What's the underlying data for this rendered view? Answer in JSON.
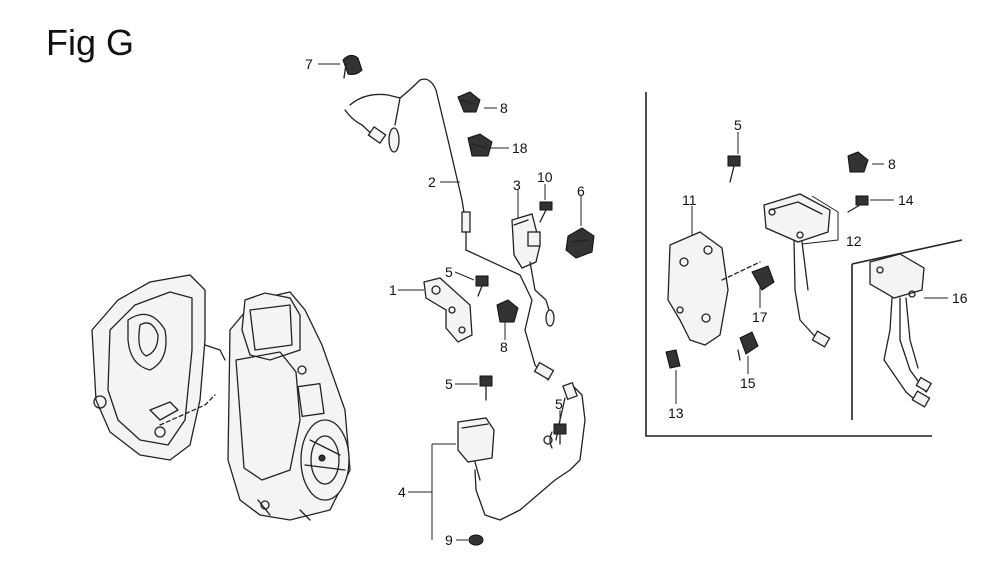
{
  "figure": {
    "title": "Fig G"
  },
  "callouts": {
    "c1": "1",
    "c2": "2",
    "c3": "3",
    "c4": "4",
    "c5a": "5",
    "c5b": "5",
    "c5c": "5",
    "c5d": "5",
    "c6": "6",
    "c7": "7",
    "c8a": "8",
    "c8b": "8",
    "c8c": "8",
    "c9": "9",
    "c10": "10",
    "c11": "11",
    "c12": "12",
    "c13": "13",
    "c14": "14",
    "c15": "15",
    "c16": "16",
    "c17": "17",
    "c18": "18"
  }
}
